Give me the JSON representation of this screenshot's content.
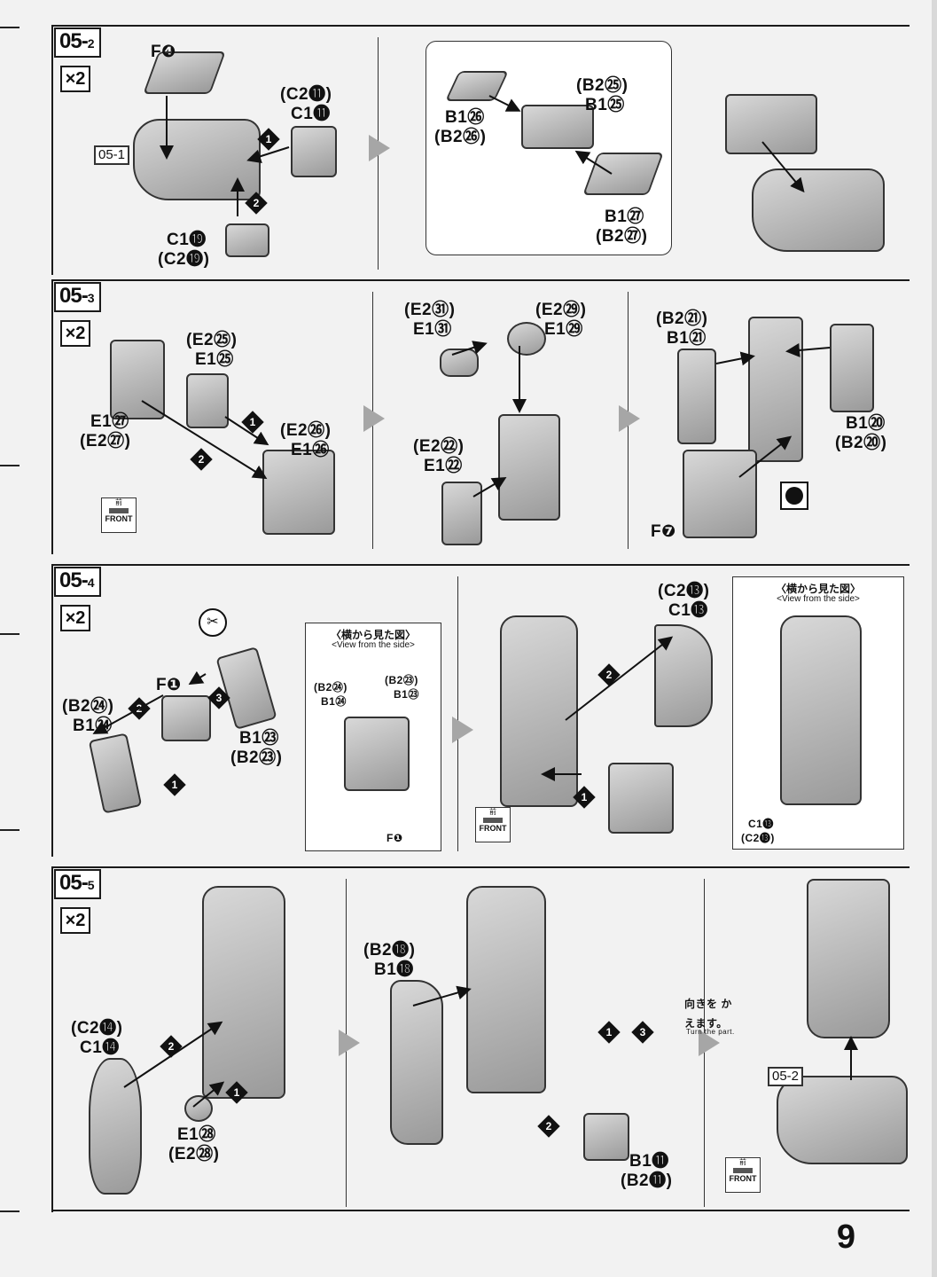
{
  "page_number": "9",
  "sections": [
    {
      "step": "05-2",
      "multiplier": "×2",
      "labels": [
        "F❹",
        "(C2⓫)",
        "C1⓫",
        "C1⓳",
        "(C2⓳)",
        "B1㉖",
        "(B2㉖)",
        "(B2㉕)",
        "B1㉕",
        "B1㉗",
        "(B2㉗)"
      ],
      "ref_tag": "05-1"
    },
    {
      "step": "05-3",
      "multiplier": "×2",
      "labels": [
        "(E2㉕)",
        "E1㉕",
        "E1㉗",
        "(E2㉗)",
        "(E2㉖)",
        "E1㉖",
        "(E2㉛)",
        "E1㉛",
        "(E2㉙)",
        "E1㉙",
        "(E2㉒)",
        "E1㉒",
        "(B2㉑)",
        "B1㉑",
        "B1⑳",
        "(B2⑳)",
        "F❼"
      ],
      "front_kanji": "前",
      "front_word": "FRONT"
    },
    {
      "step": "05-4",
      "multiplier": "×2",
      "labels": [
        "F❶",
        "(B2㉔)",
        "B1㉔",
        "B1㉓",
        "(B2㉓)",
        "(C2⓭)",
        "C1⓭"
      ],
      "side_view_1": {
        "title_jp": "〈横から見た図〉",
        "title_en": "<View from the side>",
        "labels": [
          "(B2㉔)",
          "B1㉔",
          "(B2㉓)",
          "B1㉓",
          "F❶"
        ]
      },
      "side_view_2": {
        "title_jp": "〈横から見た図〉",
        "title_en": "<View from the side>",
        "labels": [
          "C1⓭",
          "(C2⓭)"
        ]
      },
      "front_kanji": "前",
      "front_word": "FRONT"
    },
    {
      "step": "05-5",
      "multiplier": "×2",
      "labels": [
        "(C2⓮)",
        "C1⓮",
        "E1㉘",
        "(E2㉘)",
        "(B2⓲)",
        "B1⓲",
        "B1⓫",
        "(B2⓫)"
      ],
      "turn_jp": "向きを かえます。",
      "turn_en": "Turn the part.",
      "ref_tag": "05-2",
      "front_kanji": "前",
      "front_word": "FRONT"
    }
  ],
  "step_numbers": [
    "1",
    "2",
    "3"
  ]
}
